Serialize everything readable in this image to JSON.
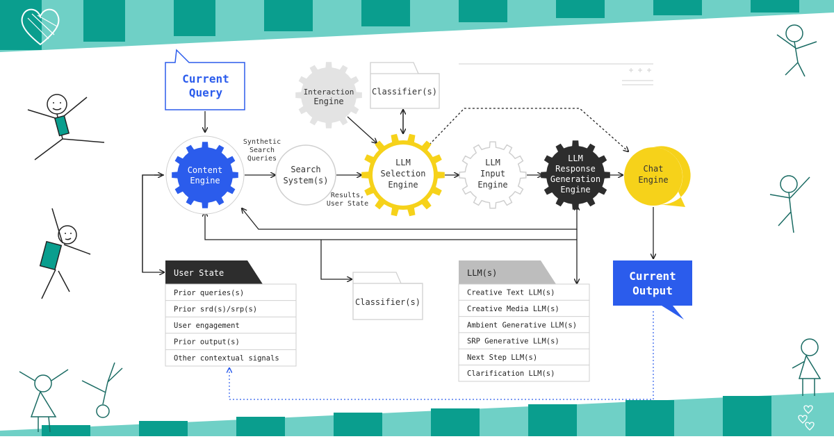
{
  "diagram": {
    "current_query": [
      "Current",
      "Query"
    ],
    "current_output": [
      "Current",
      "Output"
    ],
    "content_engine": [
      "Content",
      "Engine"
    ],
    "search_system": [
      "Search",
      "System(s)"
    ],
    "synthetic_queries": [
      "Synthetic",
      "Search",
      "Queries"
    ],
    "results_label": [
      "Results,",
      "User State"
    ],
    "interaction_engine": [
      "Interaction",
      "Engine"
    ],
    "classifier_top": "Classifier(s)",
    "classifier_bottom": "Classifier(s)",
    "llm_selection": [
      "LLM",
      "Selection",
      "Engine"
    ],
    "llm_input": [
      "LLM",
      "Input",
      "Engine"
    ],
    "llm_response": [
      "LLM",
      "Response",
      "Generation",
      "Engine"
    ],
    "chat_engine": [
      "Chat",
      "Engine"
    ],
    "user_state": {
      "title": "User State",
      "rows": [
        "Prior queries(s)",
        "Prior srd(s)/srp(s)",
        "User engagement",
        "Prior output(s)",
        "Other contextual signals"
      ]
    },
    "llms": {
      "title": "LLM(s)",
      "rows": [
        "Creative Text LLM(s)",
        "Creative Media LLM(s)",
        "Ambient Generative LLM(s)",
        "SRP Generative LLM(s)",
        "Next Step LLM(s)",
        "Clarification LLM(s)"
      ]
    }
  },
  "colors": {
    "teal_dark": "#0a9e8e",
    "teal_light": "#6fd0c6",
    "blue": "#2b5cec",
    "yellow": "#f6d21a",
    "dark": "#2d2d2d",
    "gray": "#e3e3e3"
  },
  "icons": [
    "heart-icon",
    "stick-figure-icon",
    "small-hearts-icon"
  ]
}
